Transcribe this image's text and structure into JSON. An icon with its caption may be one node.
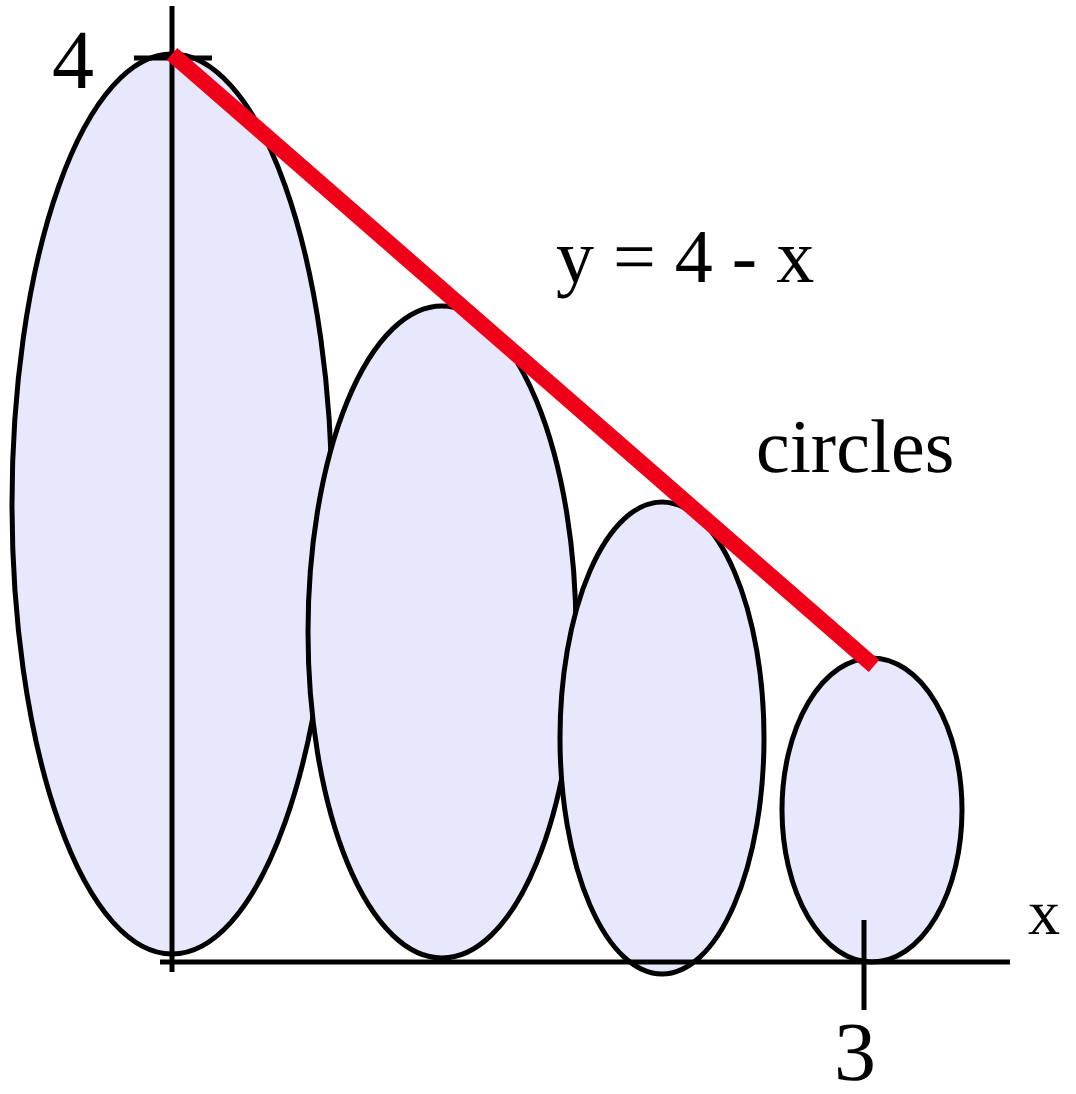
{
  "diagram": {
    "labels": [
      "4",
      "y = 4 - x",
      "circles",
      "x",
      "3"
    ]
  }
}
